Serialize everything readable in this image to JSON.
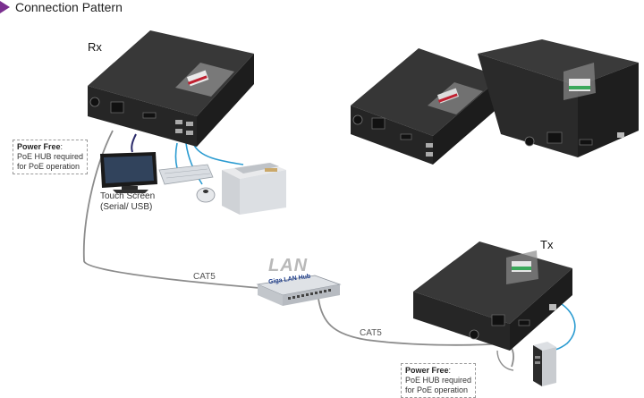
{
  "title": "Connection Pattern",
  "labels": {
    "rx": "Rx",
    "tx": "Tx",
    "lan": "LAN",
    "hub": "Giga LAN Hub",
    "cat5_left": "CAT5",
    "cat5_right": "CAT5",
    "touch_screen": "Touch Screen",
    "touch_screen_sub": "(Serial/ USB)"
  },
  "notes": {
    "left": {
      "heading": "Power Free",
      "colon": ":",
      "line1": "PoE HUB required",
      "line2": "for PoE operation"
    },
    "right": {
      "heading": "Power Free",
      "colon": ":",
      "line1": "PoE HUB required",
      "line2": "for PoE operation"
    }
  },
  "colors": {
    "accent_arrow": "#7a2f8f",
    "cable_gray": "#8c8c8c",
    "cable_blue": "#2a9bd1",
    "device_body": "#2e2e2e",
    "device_top": "#3a3a3a"
  },
  "icons": {
    "rx_unit": "kvm-extender-receiver",
    "tx_unit": "kvm-extender-transmitter",
    "monitor": "touch-screen-monitor",
    "keyboard": "keyboard-icon",
    "mouse": "mouse-icon",
    "printer": "printer-icon",
    "hub": "network-switch-icon",
    "pc": "pc-tower-icon"
  }
}
